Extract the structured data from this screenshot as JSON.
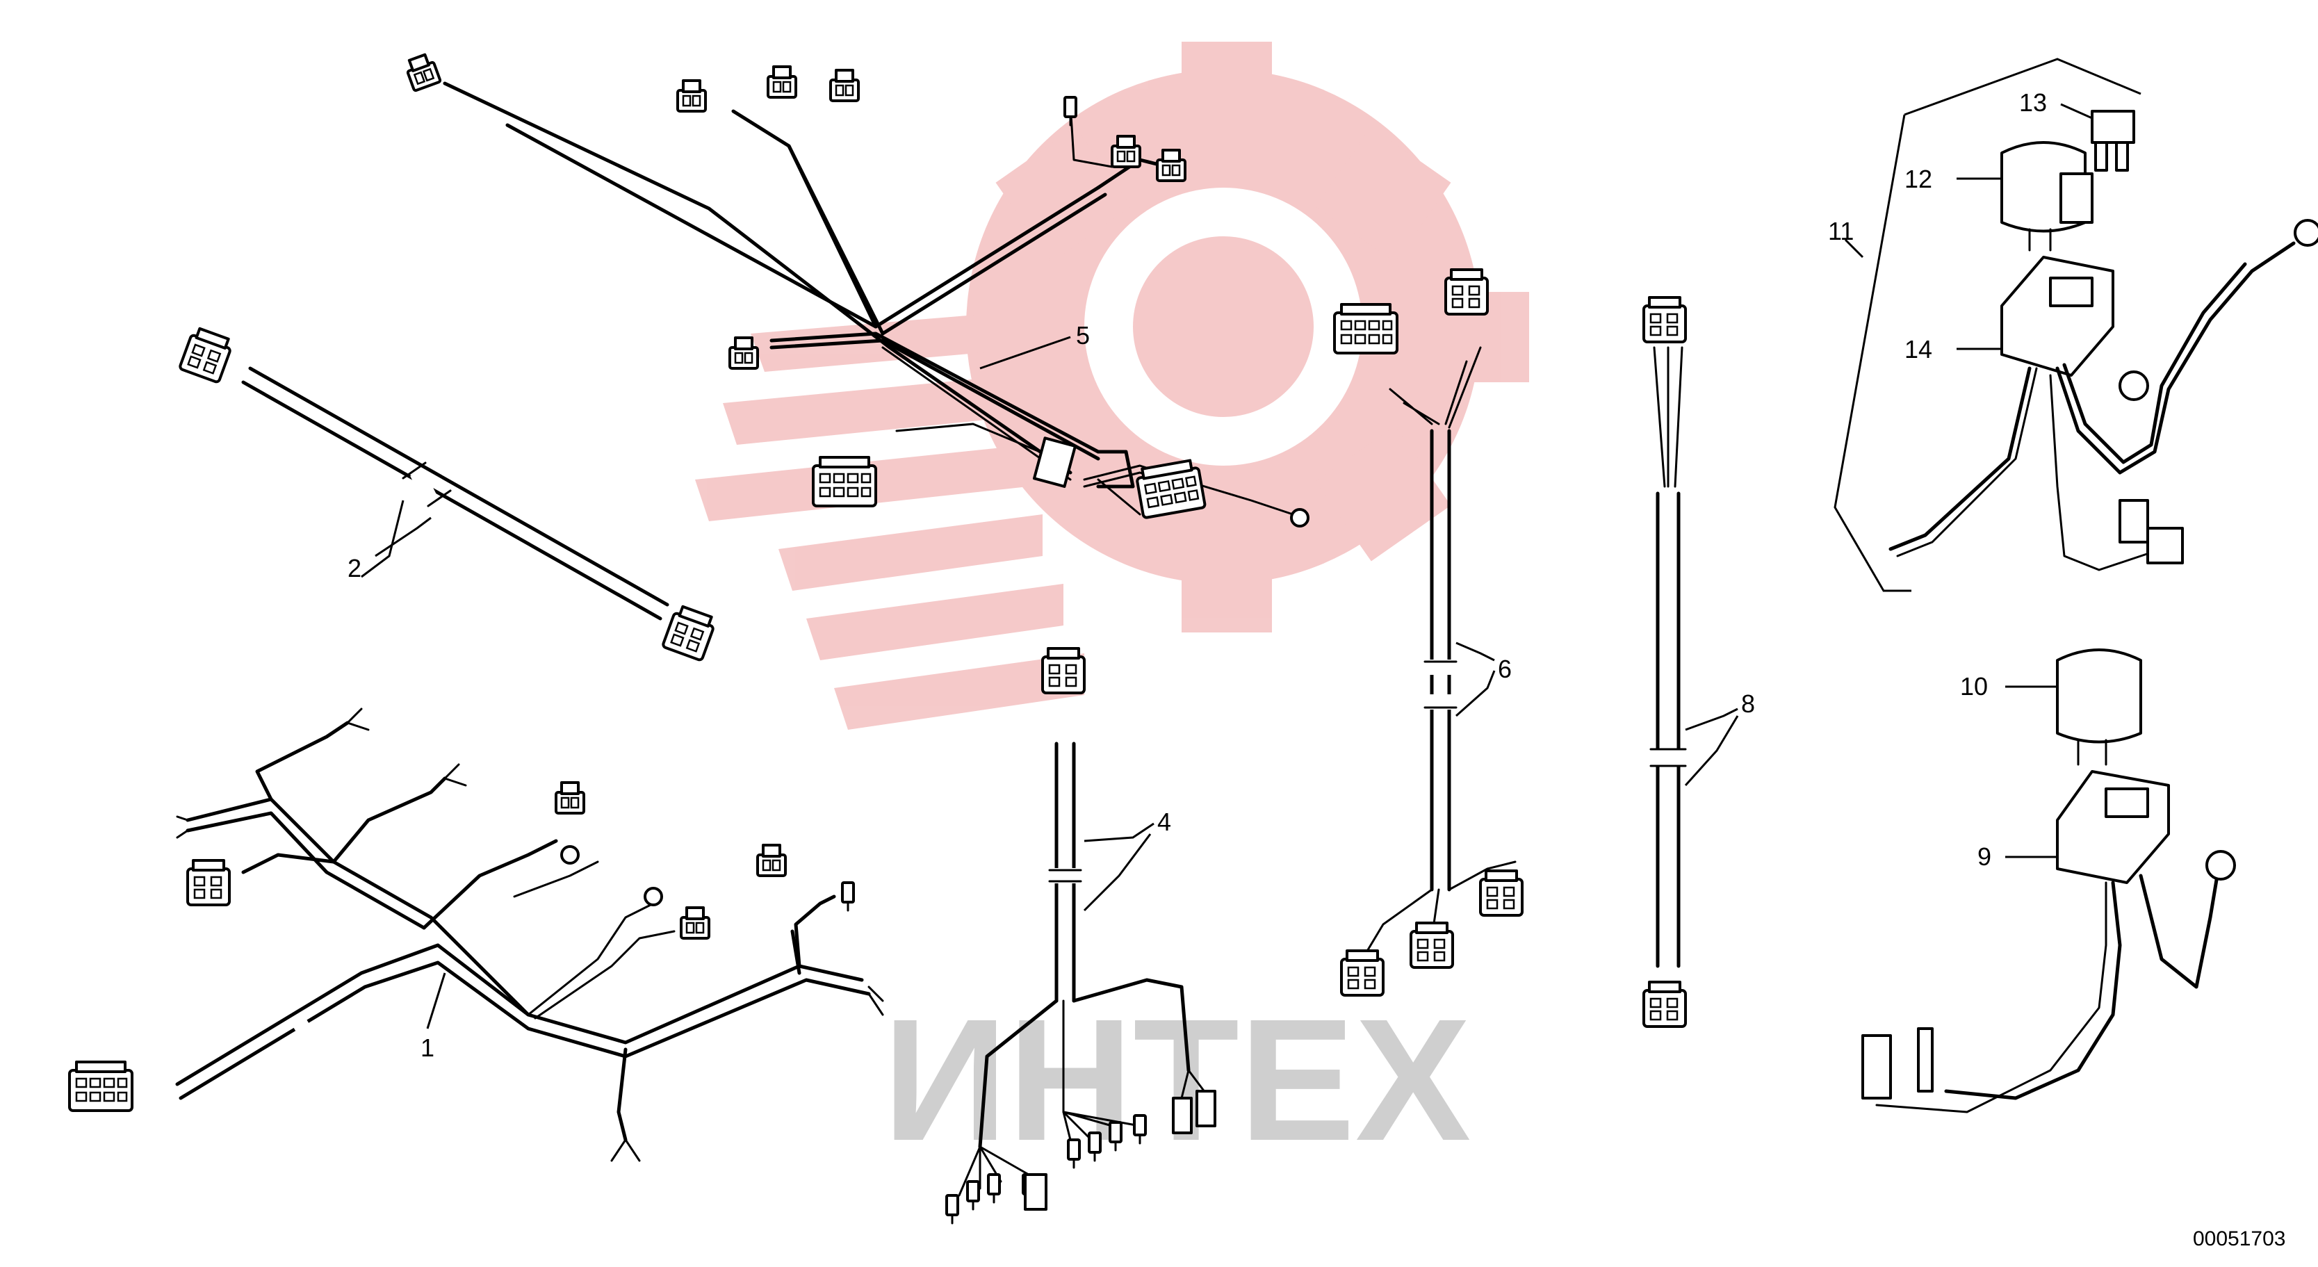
{
  "colors": {
    "line": "#000000",
    "background": "#ffffff",
    "watermark_red": "#f4c4c4",
    "watermark_grey": "#d0d0d0"
  },
  "watermark": {
    "text": "ИНТЕХ"
  },
  "callouts": [
    "1",
    "2",
    "4",
    "5",
    "6",
    "8",
    "9",
    "10",
    "11",
    "12",
    "13",
    "14"
  ],
  "drawing_code": "00051703"
}
